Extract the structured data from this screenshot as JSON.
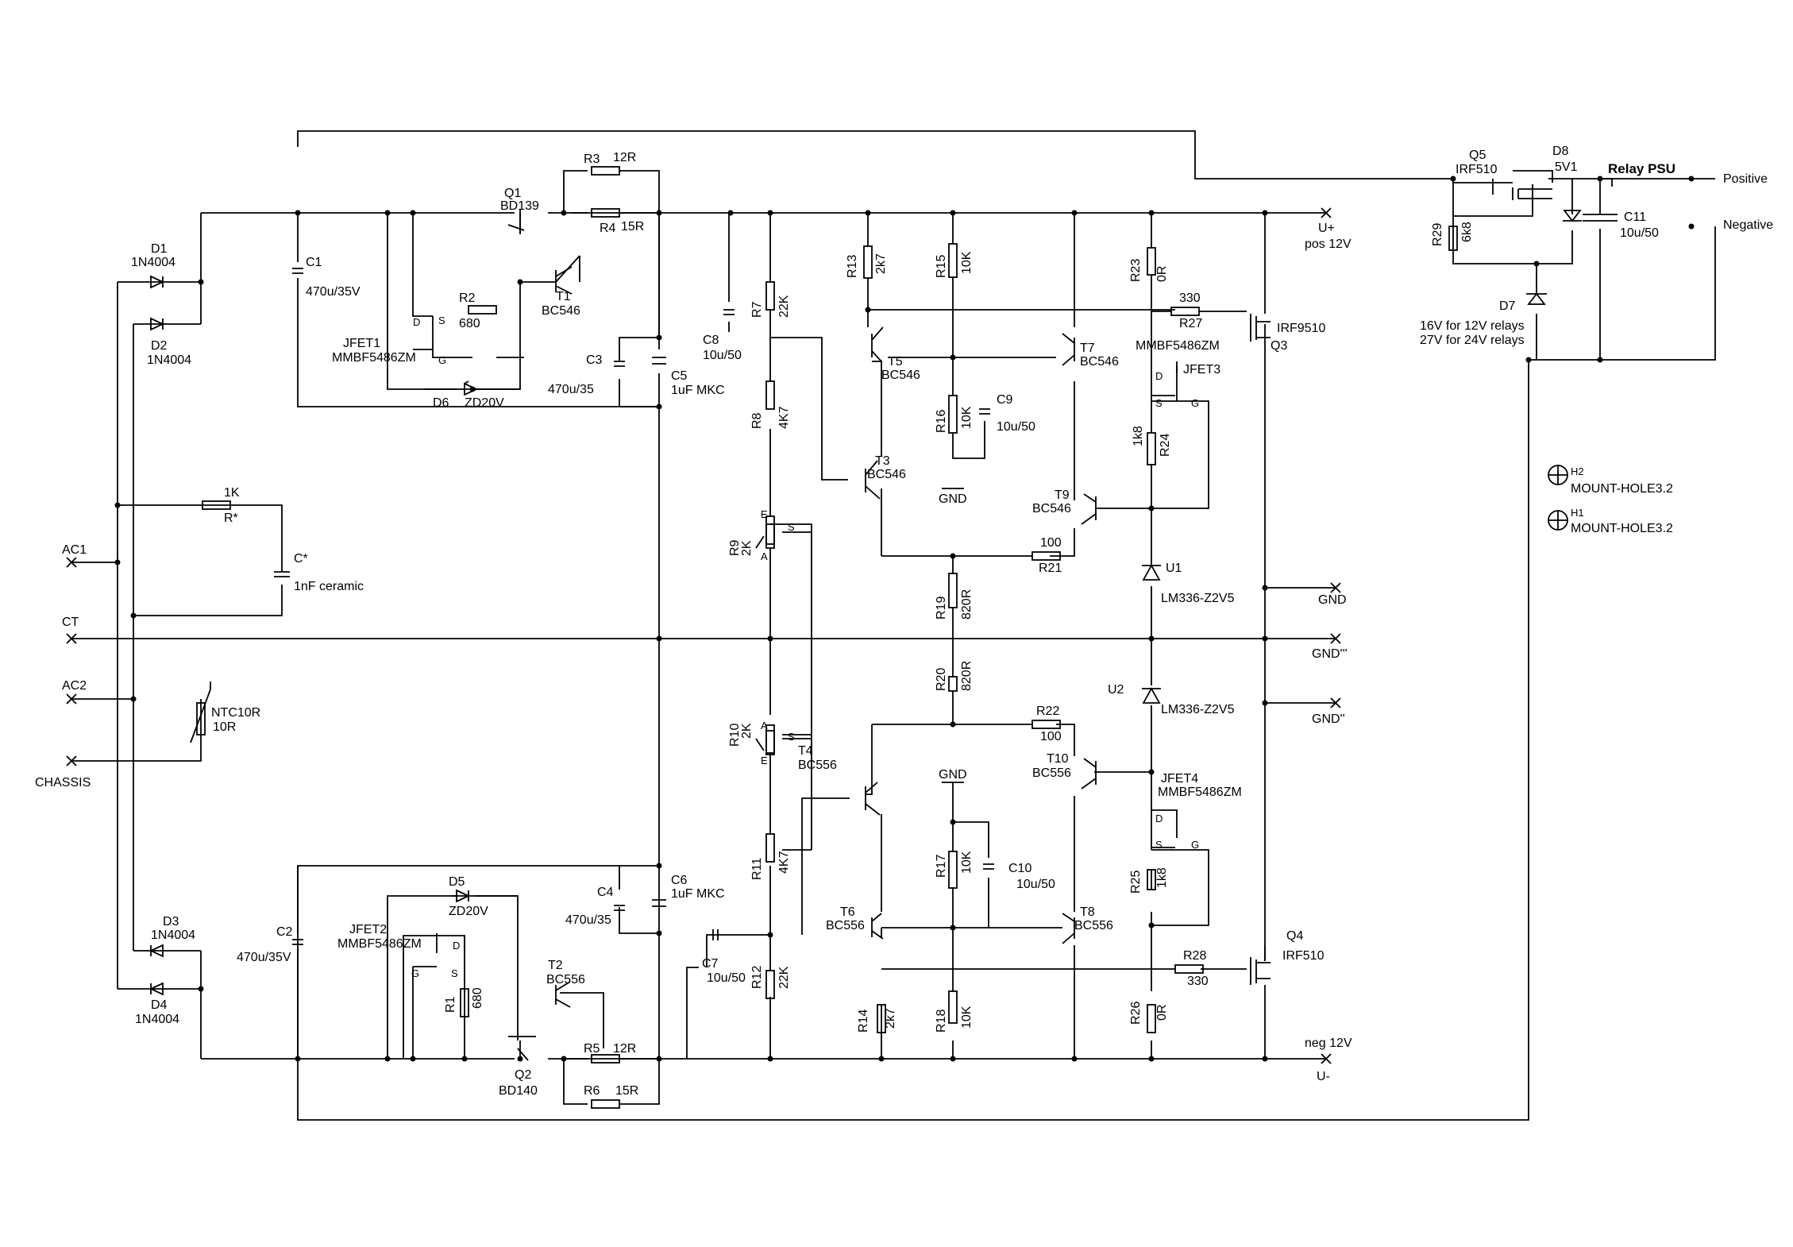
{
  "schematic": {
    "terminals": {
      "ac1": "AC1",
      "ct": "CT",
      "ac2": "AC2",
      "chassis": "CHASSIS",
      "u_plus": "U+",
      "pos12v": "pos 12V",
      "neg12v": "neg 12V",
      "u_minus": "U-",
      "gnd": "GND",
      "gnd3": "GND'''",
      "gnd2": "GND''",
      "positive": "Positive",
      "negative": "Negative",
      "relay_psu": "Relay PSU"
    },
    "diodes": {
      "d1": "D1",
      "d1_type": "1N4004",
      "d2": "D2",
      "d2_type": "1N4004",
      "d3": "D3",
      "d3_type": "1N4004",
      "d4": "D4",
      "d4_type": "1N4004",
      "d5": "D5",
      "d5_type": "ZD20V",
      "d6": "D6",
      "d6_type": "ZD20V",
      "d7": "D7",
      "d7_note1": "16V for 12V relays",
      "d7_note2": "27V for 24V relays",
      "d8": "D8",
      "d8_type": "5V1"
    },
    "capacitors": {
      "c1": "C1",
      "c1_val": "470u/35V",
      "c2": "C2",
      "c2_val": "470u/35V",
      "c3": "C3",
      "c3_val": "470u/35",
      "c4": "C4",
      "c4_val": "470u/35",
      "c5": "C5",
      "c5_val": "1uF MKC",
      "c6": "C6",
      "c6_val": "1uF MKC",
      "c7": "C7",
      "c7_val": "10u/50",
      "c8": "C8",
      "c8_val": "10u/50",
      "c9": "C9",
      "c9_val": "10u/50",
      "c10": "C10",
      "c10_val": "10u/50",
      "c11": "C11",
      "c11_val": "10u/50",
      "cstar": "C*",
      "cstar_val": "1nF ceramic"
    },
    "resistors": {
      "r1": "R1",
      "r1_val": "680",
      "r2": "R2",
      "r2_val": "680",
      "r3": "R3",
      "r3_val": "12R",
      "r4": "R4",
      "r4_val": "15R",
      "r5": "R5",
      "r5_val": "12R",
      "r6": "R6",
      "r6_val": "15R",
      "r7": "R7",
      "r7_val": "22K",
      "r8": "R8",
      "r8_val": "4K7",
      "r9": "R9",
      "r9_val": "2K",
      "r10": "R10",
      "r10_val": "2K",
      "r11": "R11",
      "r11_val": "4K7",
      "r12": "R12",
      "r12_val": "22K",
      "r13": "R13",
      "r13_val": "2k7",
      "r14": "R14",
      "r14_val": "2k7",
      "r15": "R15",
      "r15_val": "10K",
      "r16": "R16",
      "r16_val": "10K",
      "r17": "R17",
      "r17_val": "10K",
      "r18": "R18",
      "r18_val": "10K",
      "r19": "R19",
      "r19_val": "820R",
      "r20": "R20",
      "r20_val": "820R",
      "r21": "R21",
      "r21_val": "100",
      "r22": "R22",
      "r22_val": "100",
      "r23": "R23",
      "r23_val": "0R",
      "r24": "R24",
      "r24_val": "1k8",
      "r25": "R25",
      "r25_val": "1k8",
      "r26": "R26",
      "r26_val": "0R",
      "r27": "R27",
      "r27_val": "330",
      "r28": "R28",
      "r28_val": "330",
      "r29": "R29",
      "r29_val": "6k8",
      "rstar": "R*",
      "rstar_val": "1K",
      "ntc": "NTC10R",
      "ntc_val": "10R"
    },
    "semis": {
      "q1": "Q1",
      "q1_type": "BD139",
      "q2": "Q2",
      "q2_type": "BD140",
      "q3": "Q3",
      "q3_type": "IRF9510",
      "q4": "Q4",
      "q4_type": "IRF510",
      "q5": "Q5",
      "q5_type": "IRF510",
      "t1": "T1",
      "t1_type": "BC546",
      "t2": "T2",
      "t2_type": "BC556",
      "t3": "T3",
      "t3_type": "BC546",
      "t4": "T4",
      "t4_type": "BC556",
      "t5": "T5",
      "t5_type": "BC546",
      "t6": "T6",
      "t6_type": "BC556",
      "t7": "T7",
      "t7_type": "BC546",
      "t8": "T8",
      "t8_type": "BC556",
      "t9": "T9",
      "t9_type": "BC546",
      "t10": "T10",
      "t10_type": "BC556",
      "jfet1": "JFET1",
      "jfet1_type": "MMBF5486ZM",
      "jfet2": "JFET2",
      "jfet2_type": "MMBF5486ZM",
      "jfet3": "JFET3",
      "jfet3_type": "MMBF5486ZM",
      "jfet4": "JFET4",
      "jfet4_type": "MMBF5486ZM",
      "u1": "U1",
      "u1_type": "LM336-Z2V5",
      "u2": "U2",
      "u2_type": "LM336-Z2V5"
    },
    "misc": {
      "gnd_a": "GND",
      "gnd_b": "GND",
      "h1": "H1",
      "h1_type": "MOUNT-HOLE3.2",
      "h2": "H2",
      "h2_type": "MOUNT-HOLE3.2",
      "pin_d": "D",
      "pin_s": "S",
      "pin_g": "G",
      "pin_a": "A",
      "pin_e": "E"
    }
  }
}
